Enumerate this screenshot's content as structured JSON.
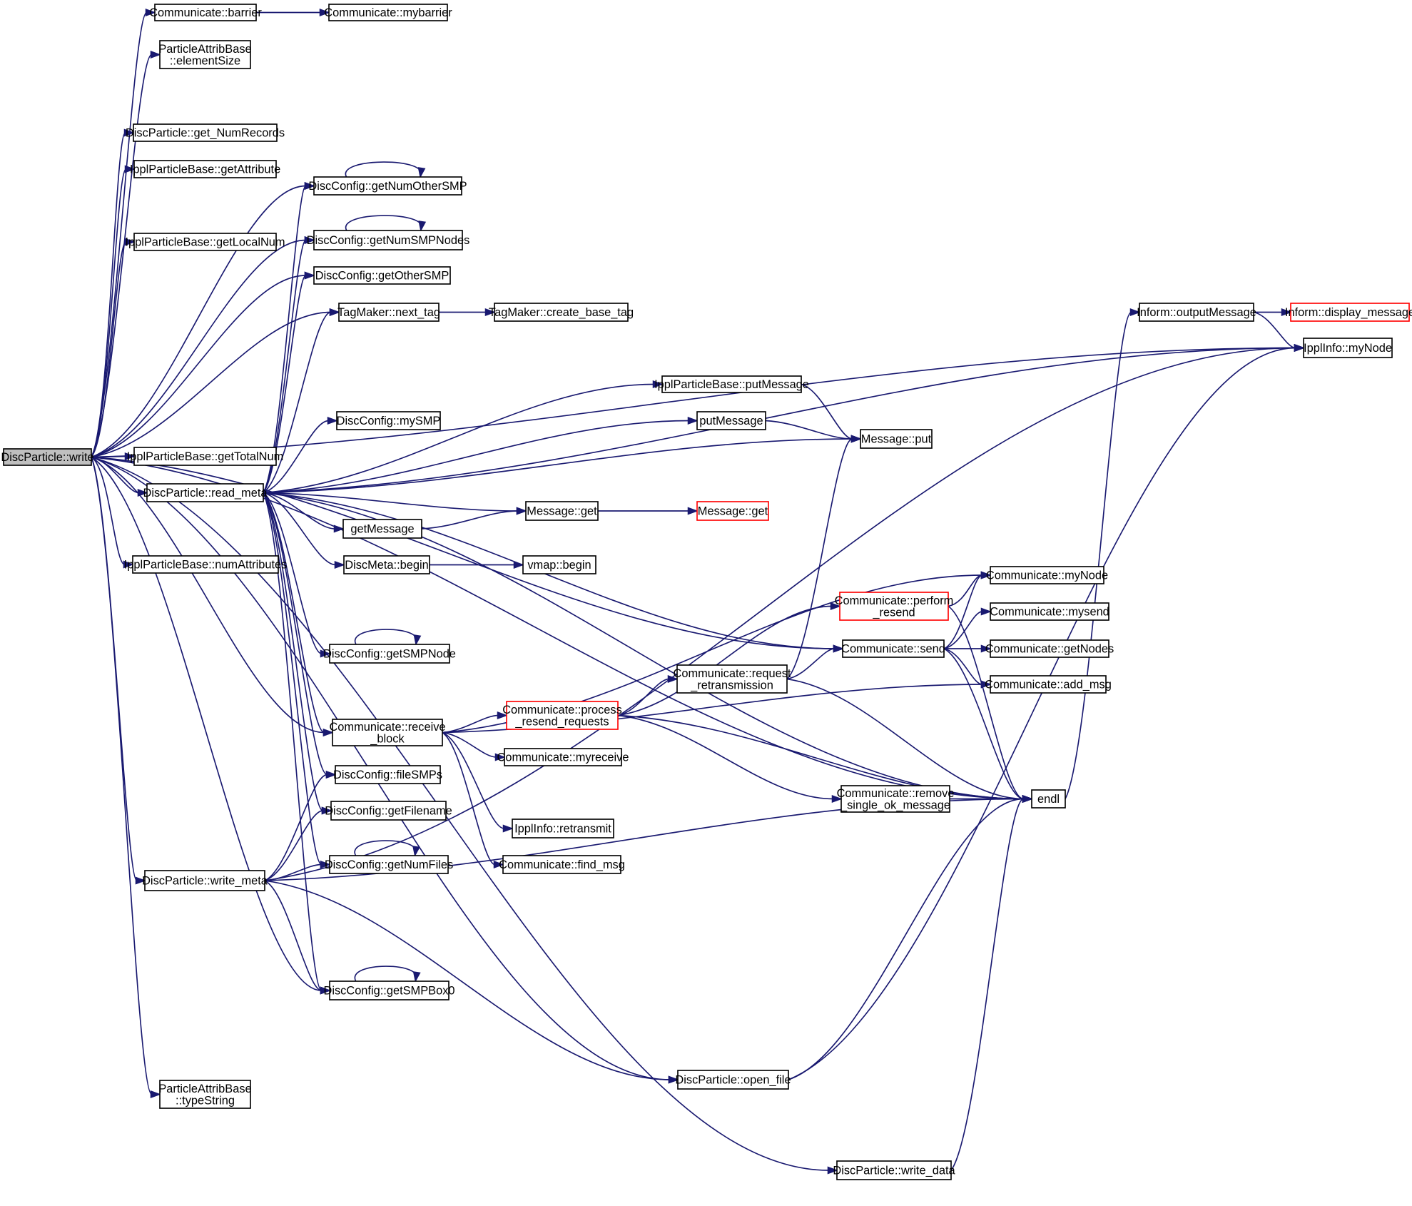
{
  "nodes": [
    {
      "id": "write",
      "lines": [
        "DiscParticle::write"
      ],
      "style": "root"
    },
    {
      "id": "barrier",
      "lines": [
        "Communicate::barrier"
      ]
    },
    {
      "id": "mybarrier",
      "lines": [
        "Communicate::mybarrier"
      ]
    },
    {
      "id": "elementSize",
      "lines": [
        "ParticleAttribBase",
        "::elementSize"
      ]
    },
    {
      "id": "getNumRecords",
      "lines": [
        "DiscParticle::get_NumRecords"
      ]
    },
    {
      "id": "getAttribute",
      "lines": [
        "IpplParticleBase::getAttribute"
      ]
    },
    {
      "id": "getNumOtherSMP",
      "lines": [
        "DiscConfig::getNumOtherSMP"
      ]
    },
    {
      "id": "getLocalNum",
      "lines": [
        "IpplParticleBase::getLocalNum"
      ]
    },
    {
      "id": "getNumSMPNodes",
      "lines": [
        "DiscConfig::getNumSMPNodes"
      ]
    },
    {
      "id": "getOtherSMP",
      "lines": [
        "DiscConfig::getOtherSMP"
      ]
    },
    {
      "id": "next_tag",
      "lines": [
        "TagMaker::next_tag"
      ]
    },
    {
      "id": "create_base_tag",
      "lines": [
        "TagMaker::create_base_tag"
      ]
    },
    {
      "id": "pbPutMessage",
      "lines": [
        "IpplParticleBase::putMessage"
      ]
    },
    {
      "id": "mySMP",
      "lines": [
        "DiscConfig::mySMP"
      ]
    },
    {
      "id": "putMessage",
      "lines": [
        "putMessage"
      ]
    },
    {
      "id": "msgPut",
      "lines": [
        "Message::put"
      ]
    },
    {
      "id": "getTotalNum",
      "lines": [
        "IpplParticleBase::getTotalNum"
      ]
    },
    {
      "id": "read_meta",
      "lines": [
        "DiscParticle::read_meta"
      ]
    },
    {
      "id": "msgGet1",
      "lines": [
        "Message::get"
      ]
    },
    {
      "id": "msgGet2",
      "lines": [
        "Message::get"
      ],
      "style": "trunc"
    },
    {
      "id": "getMessage",
      "lines": [
        "getMessage"
      ]
    },
    {
      "id": "numAttributes",
      "lines": [
        "IpplParticleBase::numAttributes"
      ]
    },
    {
      "id": "discMetaBegin",
      "lines": [
        "DiscMeta::begin"
      ]
    },
    {
      "id": "vmapBegin",
      "lines": [
        "vmap::begin"
      ]
    },
    {
      "id": "commMyNode",
      "lines": [
        "Communicate::myNode"
      ]
    },
    {
      "id": "perform_resend",
      "lines": [
        "Communicate::perform",
        "_resend"
      ],
      "style": "trunc"
    },
    {
      "id": "mysend",
      "lines": [
        "Communicate::mysend"
      ]
    },
    {
      "id": "getSMPNode",
      "lines": [
        "DiscConfig::getSMPNode"
      ]
    },
    {
      "id": "send",
      "lines": [
        "Communicate::send"
      ]
    },
    {
      "id": "getNodes",
      "lines": [
        "Communicate::getNodes"
      ]
    },
    {
      "id": "request_retrans",
      "lines": [
        "Communicate::request",
        "_retransmission"
      ]
    },
    {
      "id": "add_msg",
      "lines": [
        "Communicate::add_msg"
      ]
    },
    {
      "id": "process_resend",
      "lines": [
        "Communicate::process",
        "_resend_requests"
      ],
      "style": "trunc"
    },
    {
      "id": "receive_block",
      "lines": [
        "Communicate::receive",
        "_block"
      ]
    },
    {
      "id": "myreceive",
      "lines": [
        "Communicate::myreceive"
      ]
    },
    {
      "id": "fileSMPs",
      "lines": [
        "DiscConfig::fileSMPs"
      ]
    },
    {
      "id": "remove_single",
      "lines": [
        "Communicate::remove",
        "_single_ok_message"
      ]
    },
    {
      "id": "endl",
      "lines": [
        "endl"
      ]
    },
    {
      "id": "getFilename",
      "lines": [
        "DiscConfig::getFilename"
      ]
    },
    {
      "id": "retransmit",
      "lines": [
        "IpplInfo::retransmit"
      ]
    },
    {
      "id": "getNumFiles",
      "lines": [
        "DiscConfig::getNumFiles"
      ]
    },
    {
      "id": "find_msg",
      "lines": [
        "Communicate::find_msg"
      ]
    },
    {
      "id": "write_meta",
      "lines": [
        "DiscParticle::write_meta"
      ]
    },
    {
      "id": "getSMPBox0",
      "lines": [
        "DiscConfig::getSMPBox0"
      ]
    },
    {
      "id": "open_file",
      "lines": [
        "DiscParticle::open_file"
      ]
    },
    {
      "id": "typeString",
      "lines": [
        "ParticleAttribBase",
        "::typeString"
      ]
    },
    {
      "id": "write_data",
      "lines": [
        "DiscParticle::write_data"
      ]
    },
    {
      "id": "outputMessage",
      "lines": [
        "Inform::outputMessage"
      ]
    },
    {
      "id": "display_message",
      "lines": [
        "Inform::display_message"
      ],
      "style": "trunc"
    },
    {
      "id": "ipplMyNode",
      "lines": [
        "IpplInfo::myNode"
      ]
    }
  ],
  "edges": [
    [
      "write",
      "barrier"
    ],
    [
      "write",
      "elementSize"
    ],
    [
      "write",
      "ipplMyNode"
    ],
    [
      "write",
      "getNumRecords"
    ],
    [
      "write",
      "getAttribute"
    ],
    [
      "write",
      "getNumOtherSMP"
    ],
    [
      "write",
      "getLocalNum"
    ],
    [
      "write",
      "getNumSMPNodes"
    ],
    [
      "write",
      "getOtherSMP"
    ],
    [
      "write",
      "next_tag"
    ],
    [
      "write",
      "getTotalNum"
    ],
    [
      "write",
      "read_meta"
    ],
    [
      "write",
      "numAttributes"
    ],
    [
      "write",
      "receive_block"
    ],
    [
      "write",
      "write_meta"
    ],
    [
      "write",
      "getSMPBox0"
    ],
    [
      "write",
      "send"
    ],
    [
      "write",
      "open_file"
    ],
    [
      "write",
      "typeString"
    ],
    [
      "write",
      "endl"
    ],
    [
      "write",
      "write_data"
    ],
    [
      "barrier",
      "mybarrier"
    ],
    [
      "getNumOtherSMP",
      "getNumOtherSMP"
    ],
    [
      "getNumSMPNodes",
      "getNumSMPNodes"
    ],
    [
      "getSMPNode",
      "getSMPNode"
    ],
    [
      "getNumFiles",
      "getNumFiles"
    ],
    [
      "getSMPBox0",
      "getSMPBox0"
    ],
    [
      "next_tag",
      "create_base_tag"
    ],
    [
      "read_meta",
      "pbPutMessage"
    ],
    [
      "read_meta",
      "ipplMyNode"
    ],
    [
      "read_meta",
      "putMessage"
    ],
    [
      "read_meta",
      "mySMP"
    ],
    [
      "read_meta",
      "next_tag"
    ],
    [
      "read_meta",
      "getOtherSMP"
    ],
    [
      "read_meta",
      "getNumSMPNodes"
    ],
    [
      "read_meta",
      "getNumOtherSMP"
    ],
    [
      "read_meta",
      "msgPut"
    ],
    [
      "read_meta",
      "msgGet1"
    ],
    [
      "read_meta",
      "getMessage"
    ],
    [
      "read_meta",
      "discMetaBegin"
    ],
    [
      "read_meta",
      "send"
    ],
    [
      "read_meta",
      "getSMPNode"
    ],
    [
      "read_meta",
      "endl"
    ],
    [
      "read_meta",
      "receive_block"
    ],
    [
      "read_meta",
      "fileSMPs"
    ],
    [
      "read_meta",
      "getFilename"
    ],
    [
      "read_meta",
      "getNumFiles"
    ],
    [
      "read_meta",
      "getSMPBox0"
    ],
    [
      "pbPutMessage",
      "msgPut"
    ],
    [
      "putMessage",
      "msgPut"
    ],
    [
      "msgGet1",
      "msgGet2"
    ],
    [
      "getMessage",
      "msgGet1"
    ],
    [
      "discMetaBegin",
      "vmapBegin"
    ],
    [
      "receive_block",
      "commMyNode"
    ],
    [
      "receive_block",
      "process_resend"
    ],
    [
      "receive_block",
      "myreceive"
    ],
    [
      "receive_block",
      "add_msg"
    ],
    [
      "receive_block",
      "retransmit"
    ],
    [
      "receive_block",
      "find_msg"
    ],
    [
      "process_resend",
      "perform_resend"
    ],
    [
      "process_resend",
      "request_retrans"
    ],
    [
      "process_resend",
      "remove_single"
    ],
    [
      "process_resend",
      "endl"
    ],
    [
      "perform_resend",
      "commMyNode"
    ],
    [
      "perform_resend",
      "endl"
    ],
    [
      "request_retrans",
      "msgPut"
    ],
    [
      "request_retrans",
      "send"
    ],
    [
      "request_retrans",
      "endl"
    ],
    [
      "send",
      "commMyNode"
    ],
    [
      "send",
      "mysend"
    ],
    [
      "send",
      "getNodes"
    ],
    [
      "send",
      "add_msg"
    ],
    [
      "send",
      "endl"
    ],
    [
      "remove_single",
      "endl"
    ],
    [
      "write_meta",
      "fileSMPs"
    ],
    [
      "write_meta",
      "getFilename"
    ],
    [
      "write_meta",
      "getNumFiles"
    ],
    [
      "write_meta",
      "getSMPBox0"
    ],
    [
      "write_meta",
      "endl"
    ],
    [
      "write_meta",
      "ipplMyNode"
    ],
    [
      "write_meta",
      "open_file"
    ],
    [
      "open_file",
      "endl"
    ],
    [
      "open_file",
      "ipplMyNode"
    ],
    [
      "write_data",
      "endl"
    ],
    [
      "endl",
      "outputMessage"
    ],
    [
      "outputMessage",
      "display_message"
    ],
    [
      "outputMessage",
      "ipplMyNode"
    ]
  ]
}
